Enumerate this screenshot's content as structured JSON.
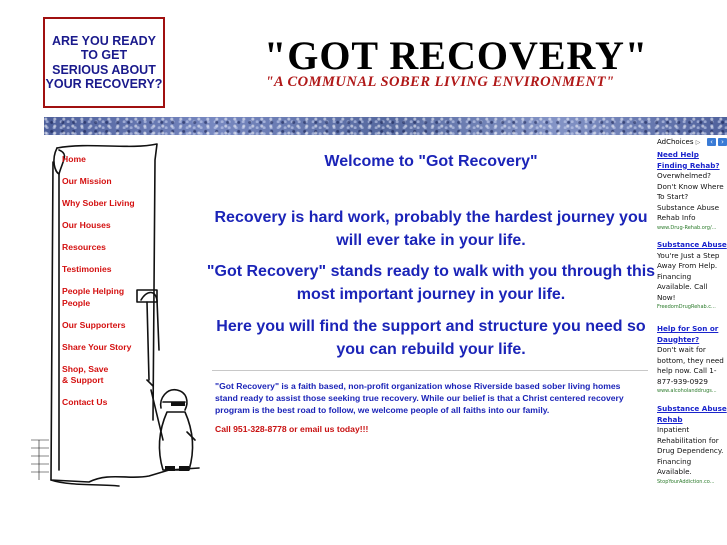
{
  "promo": {
    "text": "ARE YOU READY\nTO GET\nSERIOUS ABOUT\nYOUR RECOVERY?"
  },
  "logo": {
    "title": "\"GOT RECOVERY\"",
    "subtitle": "\"A COMMUNAL SOBER LIVING ENVIRONMENT\""
  },
  "nav": {
    "items": [
      "Home",
      "Our Mission",
      "Why Sober Living",
      "Our Houses",
      "Resources",
      "Testimonies",
      "People Helping\nPeople",
      "Our Supporters",
      "Share Your Story",
      "Shop, Save\n& Support",
      "Contact Us"
    ]
  },
  "main": {
    "welcome": "Welcome to \"Got Recovery\"",
    "p1": "Recovery is hard work, probably the hardest journey you will ever take in your life.",
    "p2": "\"Got Recovery\" stands ready to walk with you through this most important journey in your life.",
    "p3": "Here you will find the support and structure you need so you can rebuild your life.",
    "description": "\"Got Recovery\" is a faith based, non-profit organization whose Riverside based sober living homes stand ready to assist those seeking true recovery. While our belief is that a Christ centered recovery program is the best road to follow, we welcome people of all faiths into our family.",
    "call_text": "Call 951-328-8778 or",
    "email_link": "email us today!!!"
  },
  "ads": {
    "adchoices_label": "AdChoices",
    "adchoices_icon": "▷",
    "prev_icon": "‹",
    "next_icon": "›",
    "items": [
      {
        "title": "Need Help\nFinding Rehab?",
        "body": "Overwhelmed?\nDon't Know Where\nTo Start?\nSubstance Abuse\nRehab Info",
        "url": "www.Drug-Rehab.org/..."
      },
      {
        "title": "Substance Abuse",
        "body": "You're Just a Step\nAway From Help.\nFinancing\nAvailable. Call\nNow!",
        "url": "FreedomDrugRehab.c..."
      },
      {
        "title": "Help for Son or\nDaughter?",
        "body": "Don't wait for\nbottom, they need\nhelp now. Call 1-\n877-939-0929",
        "url": "www.alcoholanddrugs..."
      },
      {
        "title": "Substance Abuse\nRehab",
        "body": "Inpatient\nRehabilitation for\nDrug Dependency.\nFinancing\nAvailable.",
        "url": "StopYourAddiction.co..."
      }
    ]
  }
}
